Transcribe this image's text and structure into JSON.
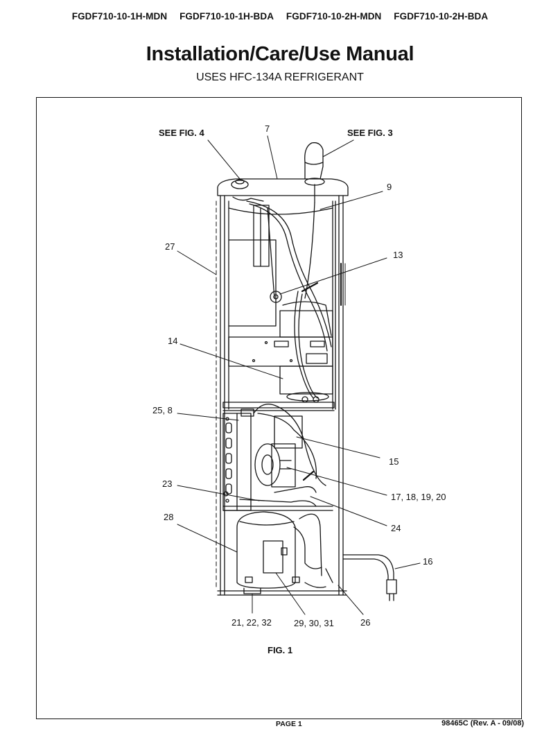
{
  "header": {
    "models": [
      "FGDF710-10-1H-MDN",
      "FGDF710-10-1H-BDA",
      "FGDF710-10-2H-MDN",
      "FGDF710-10-2H-BDA"
    ],
    "title": "Installation/Care/Use  Manual",
    "subtitle": "USES HFC-134A REFRIGERANT"
  },
  "figure": {
    "caption": "FIG. 1",
    "callouts": {
      "see_fig_4": "SEE FIG. 4",
      "see_fig_3": "SEE FIG. 3",
      "c7": "7",
      "c9": "9",
      "c27": "27",
      "c13": "13",
      "c14": "14",
      "c25_8": "25, 8",
      "c15": "15",
      "c23": "23",
      "c17_20": "17, 18, 19, 20",
      "c28": "28",
      "c24": "24",
      "c16": "16",
      "c21_32": "21, 22, 32",
      "c29_31": "29, 30, 31",
      "c26": "26"
    }
  },
  "footer": {
    "page": "PAGE 1",
    "doc_number": "98465C (Rev. A - 09/08)"
  }
}
